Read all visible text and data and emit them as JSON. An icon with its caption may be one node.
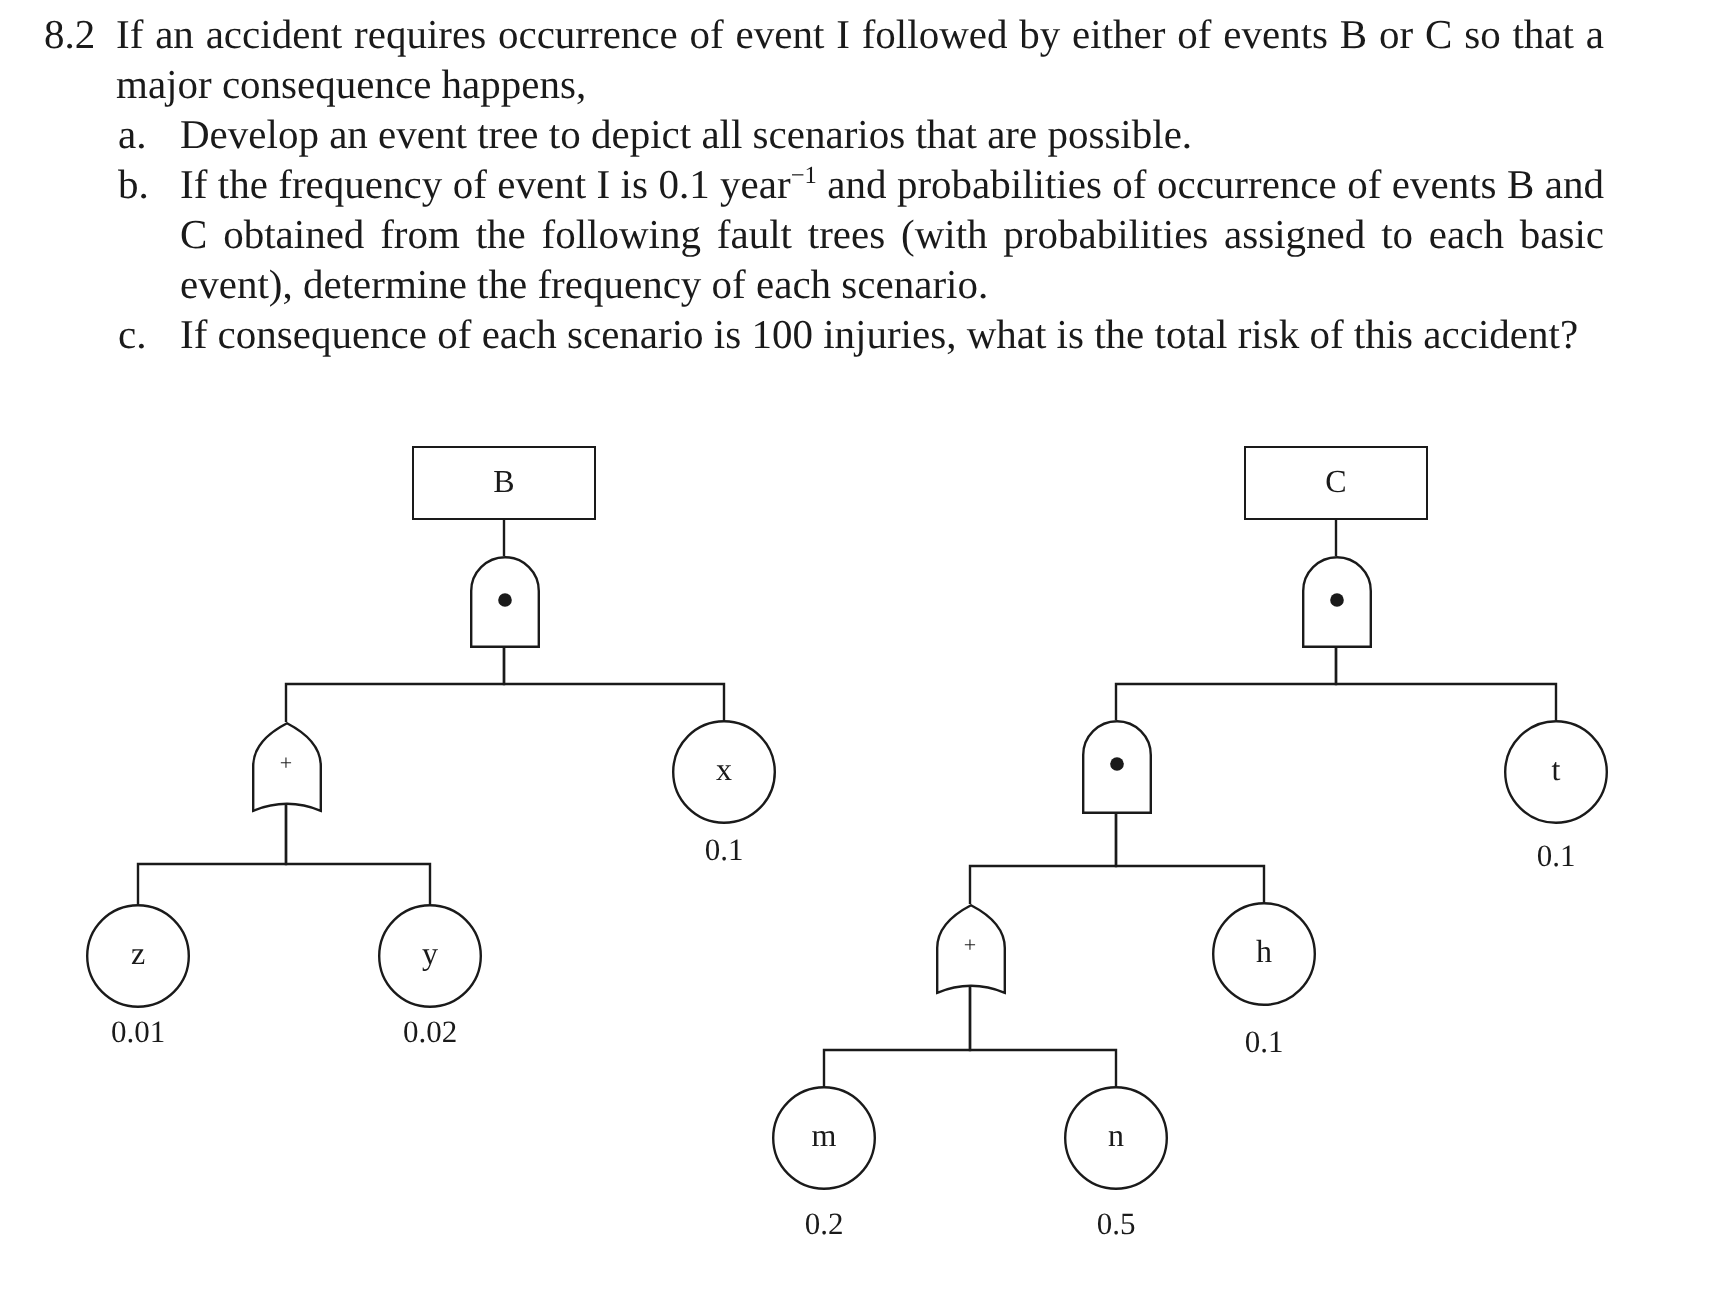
{
  "diagram": {
    "nodes": [
      {
        "text": [
          "B"
        ]
      },
      {
        "text": [],
        "shape": "gate"
      },
      {
        "text": [
          "+"
        ]
      },
      {
        "text": [
          "x"
        ],
        "beside": [
          "0.1"
        ]
      },
      {
        "text": [
          "z"
        ],
        "beside": [
          "0.01"
        ]
      },
      {
        "text": [
          "y"
        ],
        "beside": [
          "0.02"
        ]
      },
      {
        "text": [
          "C"
        ]
      },
      {
        "text": [],
        "shape": "gate"
      },
      {
        "text": [],
        "shape": "gate"
      },
      {
        "text": [
          "t"
        ],
        "beside": [
          "0.1"
        ]
      },
      {
        "text": [
          "+"
        ]
      },
      {
        "text": [
          "h"
        ],
        "beside": [
          "0.1"
        ]
      },
      {
        "text": [
          "m"
        ],
        "beside": [
          "0.2"
        ]
      },
      {
        "text": [
          "n"
        ],
        "beside": [
          "0.5"
        ]
      }
    ],
    "edges": [
      {
        "from": 0,
        "to": 1,
        "arrow": "none"
      },
      {
        "from": 1,
        "to": 2,
        "arrow": "none"
      },
      {
        "from": 1,
        "to": 3,
        "arrow": "none"
      },
      {
        "from": 2,
        "to": 4,
        "arrow": "none"
      },
      {
        "from": 2,
        "to": 5,
        "arrow": "none"
      },
      {
        "from": 6,
        "to": 7,
        "arrow": "none"
      },
      {
        "from": 7,
        "to": 8,
        "arrow": "none"
      },
      {
        "from": 7,
        "to": 9,
        "arrow": "none"
      },
      {
        "from": 8,
        "to": 10,
        "arrow": "none"
      },
      {
        "from": 8,
        "to": 11,
        "arrow": "none"
      },
      {
        "from": 10,
        "to": 12,
        "arrow": "none"
      },
      {
        "from": 10,
        "to": 13,
        "arrow": "none"
      }
    ],
    "labels": [
      "8.2",
      "If an accident requires occurrence of event I followed by either of events B or C so that a major consequence happens,",
      "a.",
      "Develop an event tree to depict all scenarios that are possible.",
      "b.",
      "If the frequency of event I is 0.1 year$^{−1}$ and probabilities of occurrence of events B and C obtained from the following fault trees (with probabilities assigned to each basic event), determine the frequency of each scenario.",
      "c.",
      "If consequence of each scenario is 100 injuries, what is the total risk of this accident?"
    ]
  }
}
